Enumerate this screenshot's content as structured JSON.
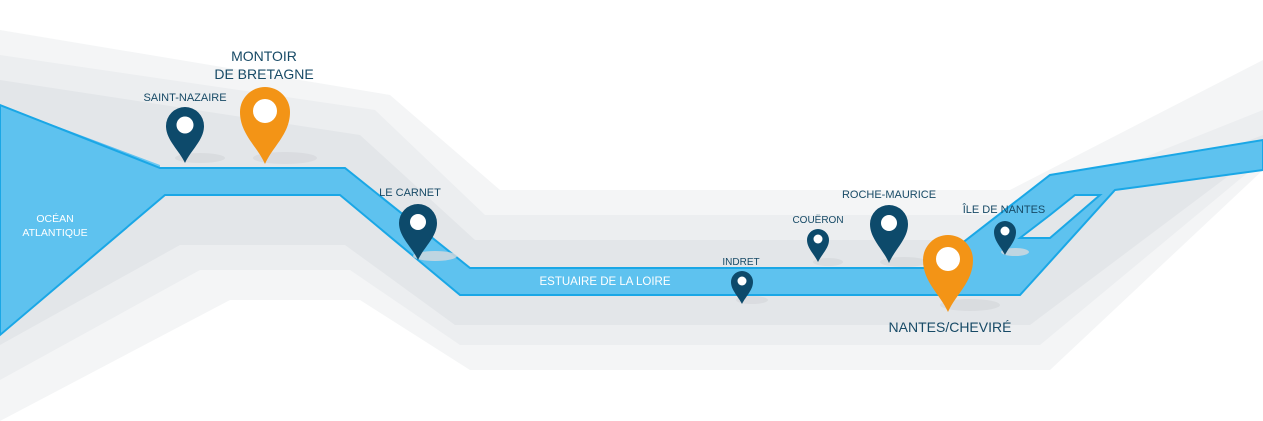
{
  "map": {
    "ocean_label_line1": "OCÉAN",
    "ocean_label_line2": "ATLANTIQUE",
    "estuary_label": "ESTUAIRE DE LA LOIRE"
  },
  "locations": [
    {
      "id": "saint-nazaire",
      "label": "SAINT-NAZAIRE",
      "type": "port"
    },
    {
      "id": "montoir",
      "label_line1": "MONTOIR",
      "label_line2": "DE BRETAGNE",
      "type": "main-terminal"
    },
    {
      "id": "le-carnet",
      "label": "LE CARNET",
      "type": "port"
    },
    {
      "id": "indret",
      "label": "INDRET",
      "type": "port"
    },
    {
      "id": "coueron",
      "label": "COUËRON",
      "type": "port"
    },
    {
      "id": "roche-maurice",
      "label": "ROCHE-MAURICE",
      "type": "port"
    },
    {
      "id": "ile-de-nantes",
      "label": "ÎLE DE NANTES",
      "type": "port"
    },
    {
      "id": "nantes-cheviré",
      "label": "NANTES/CHEVIRÉ",
      "type": "main-terminal"
    }
  ],
  "colors": {
    "pin_dark": "#0d4a6b",
    "pin_orange": "#f39416",
    "river": "#5ec2ef",
    "river_edge": "#1aa7e6",
    "label_dark": "#174a66",
    "band_light": "#f4f5f6",
    "band_mid": "#e9eaec"
  }
}
